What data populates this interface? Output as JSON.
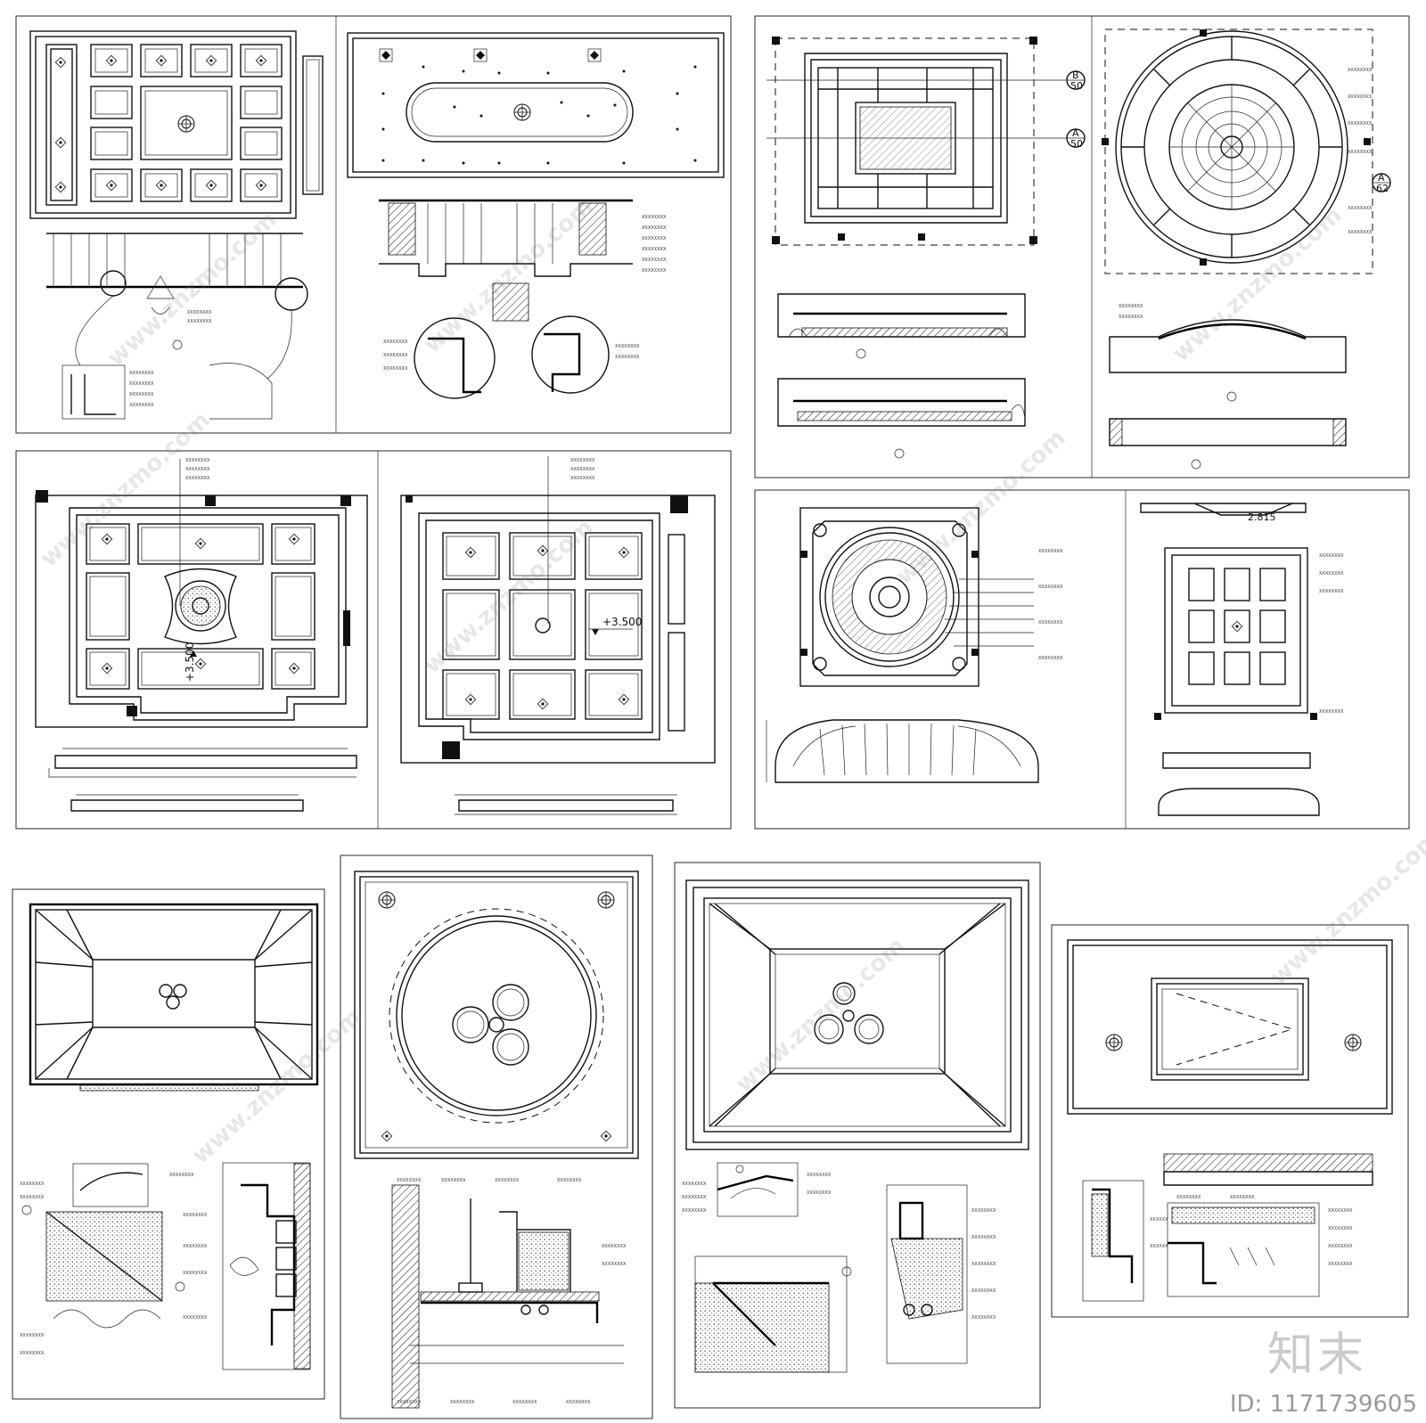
{
  "drawing": {
    "elevation_labels": [
      "+3.500",
      "+3.500"
    ],
    "dimension_label": "2.815",
    "section_markers": [
      {
        "letter": "B",
        "number": "50"
      },
      {
        "letter": "A",
        "number": "50"
      },
      {
        "letter": "A",
        "number": "62"
      }
    ]
  },
  "watermark": {
    "site": "www.znzmo.com",
    "brand": "知末",
    "id_text": "ID: 1171739605"
  }
}
